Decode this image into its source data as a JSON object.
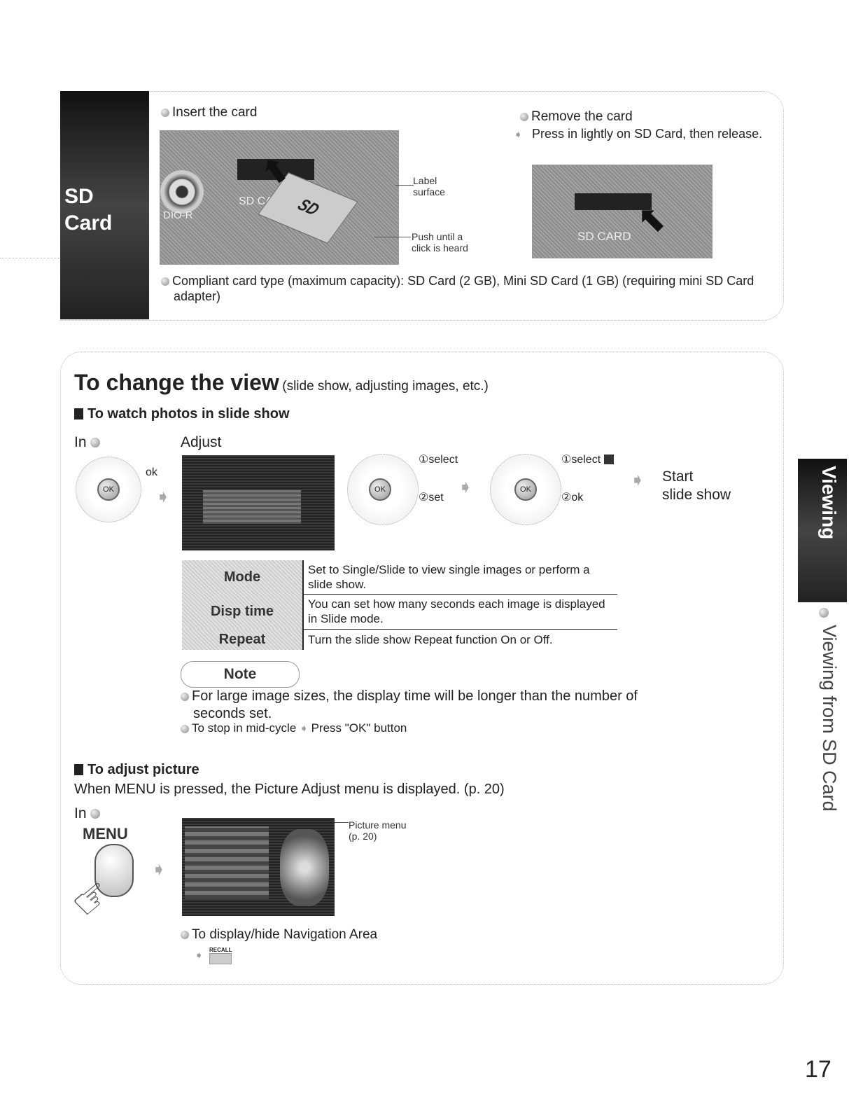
{
  "sd_section": {
    "tab_label_line1": "SD",
    "tab_label_line2": "Card",
    "insert_title": "Insert the card",
    "label_surface": "Label\nsurface",
    "push_until": "Push until a\nclick is heard",
    "remove_title": "Remove the card",
    "remove_instruction": "Press in lightly on SD Card, then release.",
    "compliant_note": "Compliant card type (maximum capacity): SD Card (2 GB), Mini SD Card (1 GB) (requiring mini SD Card adapter)",
    "insert_photo_text": "SD CARD",
    "insert_photo_side": "DIO-R",
    "card_logo": "SD",
    "remove_photo_text": "SD CARD"
  },
  "main": {
    "title": "To change the view",
    "title_suffix": "(slide show, adjusting images, etc.)",
    "slideshow_heading": "To watch photos in slide show",
    "in_label": "In",
    "adjust_label": "Adjust",
    "ok_label": "ok",
    "ok_button": "OK",
    "step1_select": "①select",
    "step1_set": "②set",
    "step2_select": "①select",
    "step2_ok": "②ok",
    "start_line1": "Start",
    "start_line2": "slide show",
    "settings": [
      {
        "label": "Mode",
        "desc": "Set to Single/Slide to view single images or perform a slide show."
      },
      {
        "label": "Disp time",
        "desc": "You can set how many seconds each image is displayed in Slide mode."
      },
      {
        "label": "Repeat",
        "desc": "Turn the slide show Repeat function On or Off."
      }
    ],
    "note_title": "Note",
    "note1": "For large image sizes, the display time will be longer than the number of seconds set.",
    "note2": "To stop in mid-cycle",
    "note2_action": "Press \"OK\" button",
    "adjust_heading": "To adjust picture",
    "adjust_desc": "When MENU is pressed, the Picture Adjust menu is displayed. (p. 20)",
    "in_label2": "In",
    "menu_label": "MENU",
    "picture_menu_label": "Picture menu\n(p. 20)",
    "nav_area": "To display/hide Navigation Area",
    "recall_label": "RECALL"
  },
  "side": {
    "tab_label": "Viewing",
    "caption": "Viewing from SD Card"
  },
  "page_number": "17"
}
